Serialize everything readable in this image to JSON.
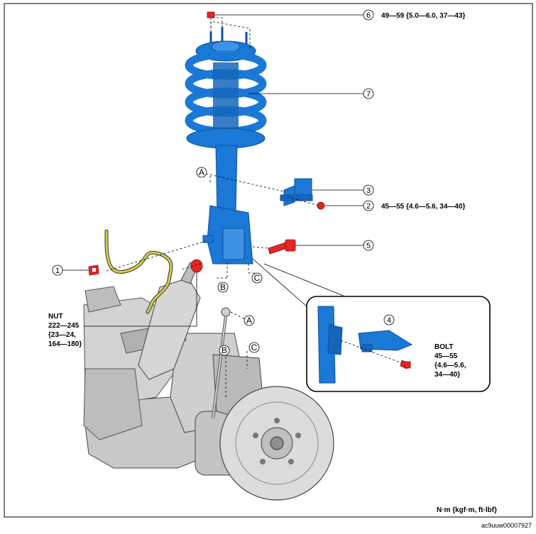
{
  "colors": {
    "part_blue": "#1a78d6",
    "part_blue_dark": "#0d4f9c",
    "fastener_red": "#e32626",
    "hose_yellow": "#d8d04a",
    "chassis_gray": "#c8c8c8",
    "outline": "#000000"
  },
  "callouts": [
    {
      "id": "c6",
      "number": "6",
      "torque": "49—59 {5.0—6.0, 37—43}"
    },
    {
      "id": "c7",
      "number": "7",
      "torque": ""
    },
    {
      "id": "c3",
      "number": "3",
      "torque": ""
    },
    {
      "id": "c2",
      "number": "2",
      "torque": "45—55 {4.6—5.6, 34—40}"
    },
    {
      "id": "c5",
      "number": "5",
      "torque": ""
    },
    {
      "id": "c1",
      "number": "1",
      "torque": ""
    },
    {
      "id": "c4",
      "number": "4",
      "torque": ""
    }
  ],
  "reference_letters": [
    "A",
    "A",
    "B",
    "B",
    "C",
    "C"
  ],
  "nut_label": {
    "title": "NUT",
    "lines": [
      "222—245",
      "{23—24,",
      "164—180}"
    ]
  },
  "bolt_label": {
    "title": "BOLT",
    "lines": [
      "45—55",
      "{4.6—5.6,",
      "34—40}"
    ]
  },
  "unit_note": "N·m {kgf·m, ft·lbf}",
  "doc_id": "ac9uuw00007927"
}
